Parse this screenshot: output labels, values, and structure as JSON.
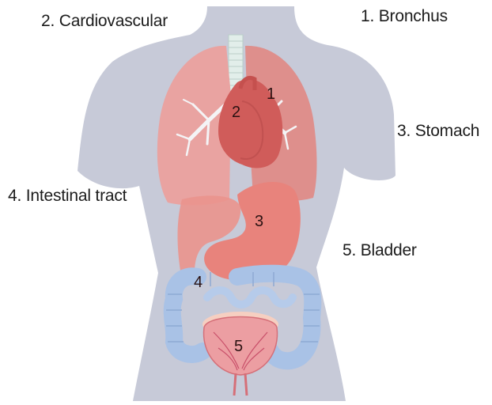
{
  "labels": {
    "bronchus": "1. Bronchus",
    "cardiovascular": "2. Cardiovascular",
    "stomach": "3. Stomach",
    "intestinal_tract": "4. Intestinal tract",
    "bladder": "5. Bladder"
  },
  "markers": {
    "one": "1",
    "two": "2",
    "three": "3",
    "four": "4",
    "five": "5"
  },
  "colors": {
    "body": "#c7cad8",
    "lung": "#e9a3a1",
    "lung_dark": "#de8f8c",
    "heart": "#d05c5a",
    "stomach": "#e8837c",
    "intestine": "#a9c2e6",
    "bladder": "#ec9ea2",
    "trachea": "#e2eeea"
  }
}
